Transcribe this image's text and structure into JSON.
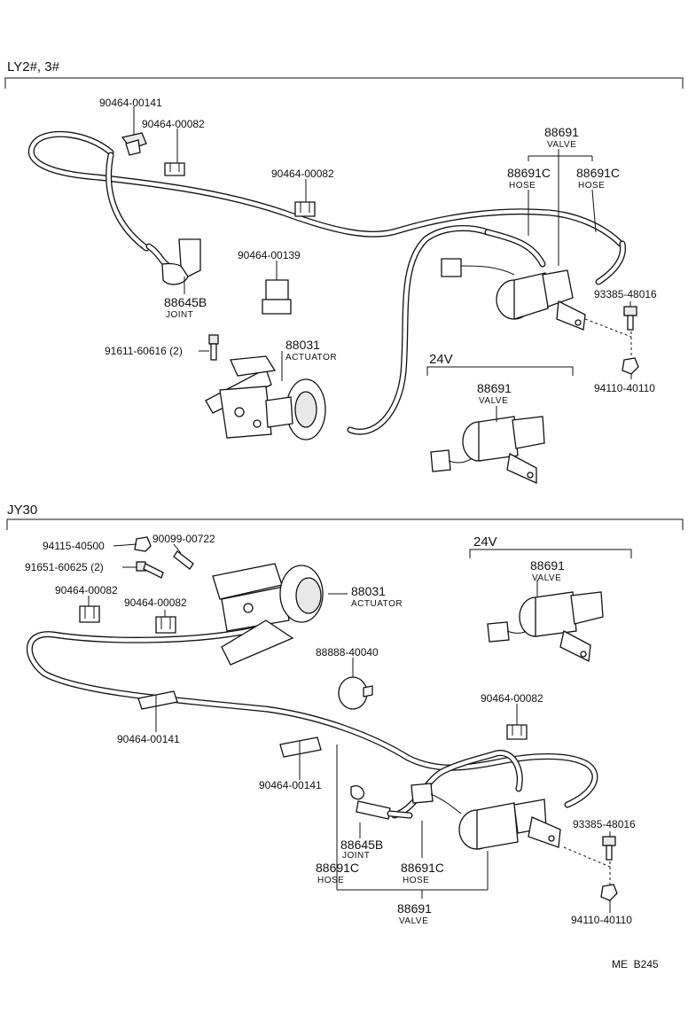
{
  "sections": {
    "top_title": "LY2#, 3#",
    "bottom_title": "JY30"
  },
  "top": {
    "clamp_141": "90464-00141",
    "clamp_082_a": "90464-00082",
    "clamp_082_b": "90464-00082",
    "clamp_139": "90464-00139",
    "valve_no": "88691",
    "valve_name": "VALVE",
    "hose_left_no": "88691C",
    "hose_left_name": "HOSE",
    "hose_right_no": "88691C",
    "hose_right_name": "HOSE",
    "joint_no": "88645B",
    "joint_name": "JOINT",
    "bolt_no": "91611-60616 (2)",
    "actuator_no": "88031",
    "actuator_name": "ACTUATOR",
    "screw_no": "93385-48016",
    "nut_no": "94110-40110",
    "v24_label": "24V",
    "v24_valve_no": "88691",
    "v24_valve_name": "VALVE"
  },
  "bottom": {
    "nut_no": "94115-40500",
    "stud_no": "90099-00722",
    "bolt_no": "91651-60625 (2)",
    "clamp_082_a": "90464-00082",
    "clamp_082_b": "90464-00082",
    "actuator_no": "88031",
    "actuator_name": "ACTUATOR",
    "v24_label": "24V",
    "v24_valve_no": "88691",
    "v24_valve_name": "VALVE",
    "ring_no": "88888-40040",
    "clamp_082_c": "90464-00082",
    "clamp_141_a": "90464-00141",
    "clamp_141_b": "90464-00141",
    "screw_no": "93385-48016",
    "joint_no": "88645B",
    "joint_name": "JOINT",
    "hose_left_no": "88691C",
    "hose_left_name": "HOSE",
    "hose_right_no": "88691C",
    "hose_right_name": "HOSE",
    "valve_no": "88691",
    "valve_name": "VALVE",
    "nut_no2": "94110-40110"
  },
  "footer_code": "ME  B245"
}
